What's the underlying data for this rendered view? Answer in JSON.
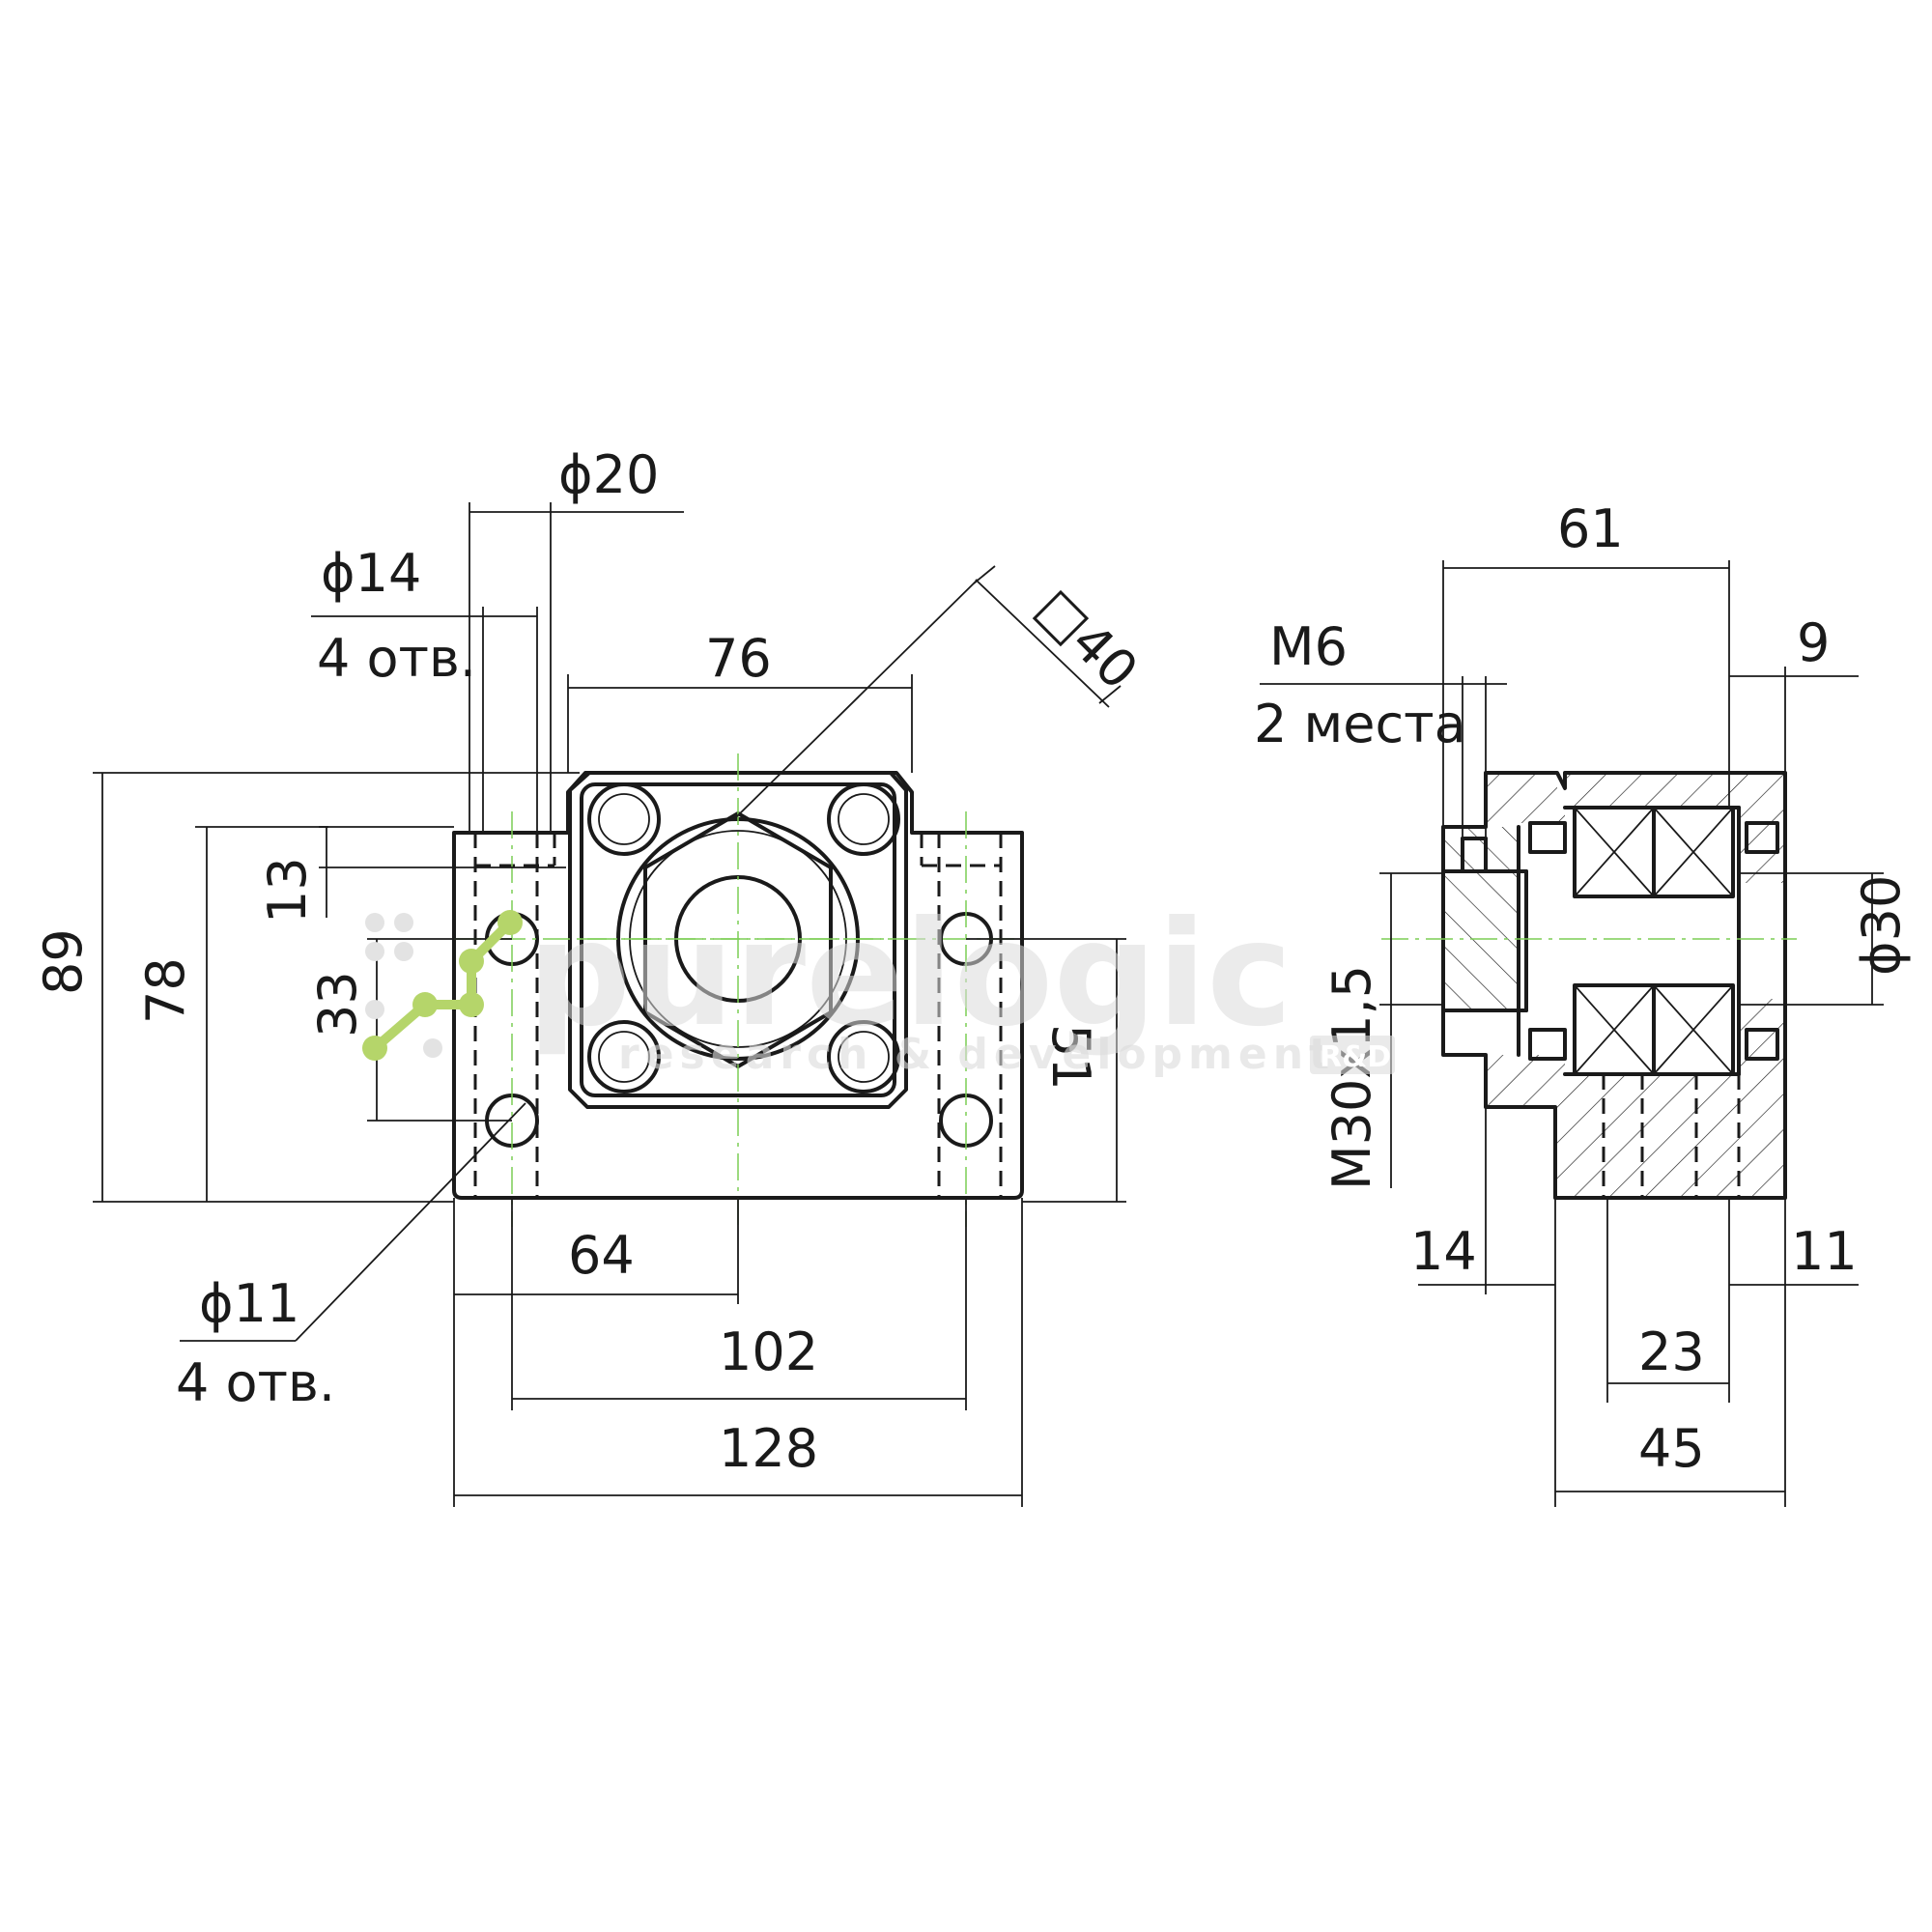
{
  "front_view": {
    "dim_dia20": "ϕ20",
    "dim_dia14": "ϕ14",
    "dim_dia14_note": "4 отв.",
    "dim_76": "76",
    "dim_square40": "□40",
    "dim_89": "89",
    "dim_78": "78",
    "dim_13": "13",
    "dim_33": "33",
    "dim_51": "51",
    "dim_64": "64",
    "dim_102": "102",
    "dim_128": "128",
    "dim_dia11": "ϕ11",
    "dim_dia11_note": "4 отв."
  },
  "side_view": {
    "dim_61": "61",
    "dim_m6": "M6",
    "dim_m6_note": "2 места",
    "dim_9": "9",
    "dim_dia30": "ϕ30",
    "dim_thread": "M30x1,5",
    "dim_14": "14",
    "dim_11": "11",
    "dim_23": "23",
    "dim_45": "45"
  },
  "watermark": {
    "name": "purelogic",
    "tagline": "research & development",
    "tag_code": "R&D"
  },
  "colors": {
    "outline": "#1a1a1a",
    "centerline": "#7ccd55",
    "watermark_green": "#b5d56a"
  }
}
